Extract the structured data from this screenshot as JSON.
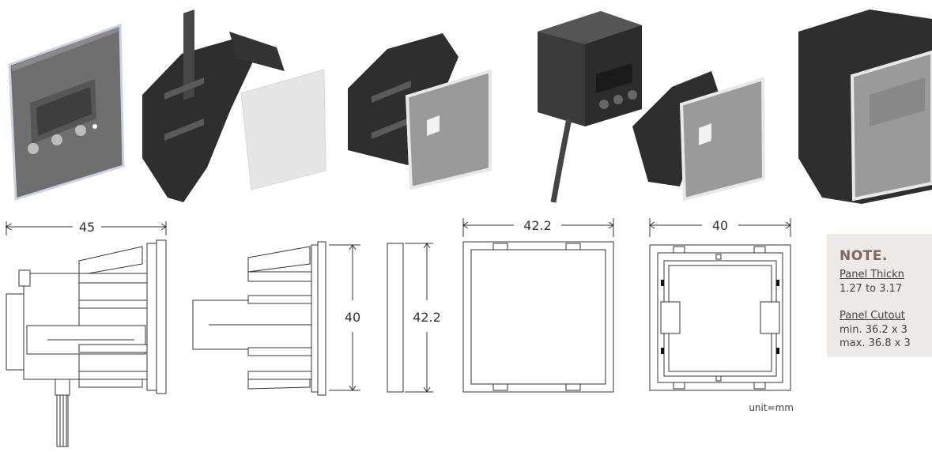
{
  "dimensions": {
    "total_depth": "45",
    "body_height": "40",
    "panel_height": "42.2",
    "panel_width": "42.2",
    "frame_width": "40",
    "unit": "unit=mm"
  },
  "note": {
    "title": "NOTE.",
    "thickness_label": "Panel Thickn",
    "thickness_value": "1.27 to 3.17",
    "cutout_label": "Panel Cutout",
    "cutout_min": "min. 36.2 x 3",
    "cutout_max": "max. 36.8 x 3"
  },
  "colors": {
    "bracket": "#2e2e2e",
    "panel_gray": "#8f8f8f",
    "device_body": "#3a3a3a",
    "note_bg": "#ece9e6",
    "note_title": "#7a6a5e"
  }
}
